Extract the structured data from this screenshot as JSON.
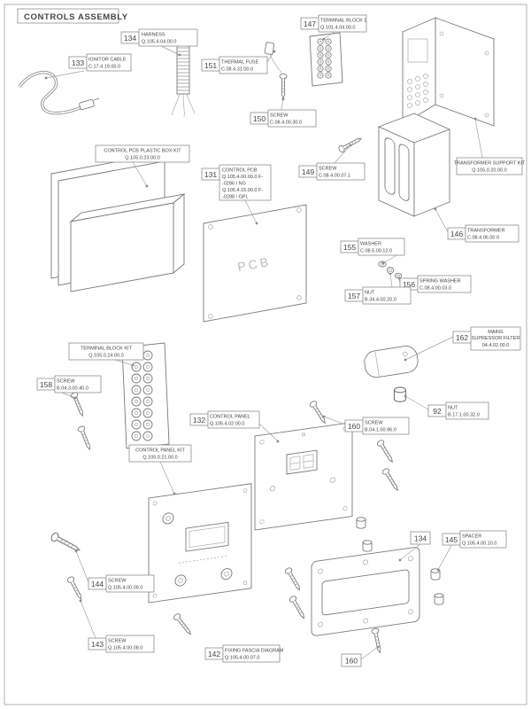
{
  "title": "CONTROLS ASSEMBLY",
  "labels": {
    "pcb": "PCB"
  },
  "callouts": {
    "harness": {
      "num": "134",
      "label": "HARNESS",
      "part": "Q.105.4.04.00.0"
    },
    "terminal_block_1": {
      "num": "147",
      "label": "TERMINAL BLOCK 1",
      "part": "Q.101.4.04.00.0"
    },
    "ignitor_cable": {
      "num": "133",
      "label": "IGNITOR CABLE",
      "part": "C.17.4.19.00.0"
    },
    "thermal_fuse": {
      "num": "151",
      "label": "THERMAL FUSE",
      "part": "C.08.4.31.00.0"
    },
    "screw_150": {
      "num": "150",
      "label": "SCREW",
      "part": "C.08.4.00.30.0"
    },
    "screw_149": {
      "num": "149",
      "label": "SCREW",
      "part": "C.08.4.00.07.1"
    },
    "pcb_box_kit": {
      "label": "CONTROL PCB PLASTIC BOX KIT",
      "part": "Q.105.0.23.00.0"
    },
    "control_pcb": {
      "num": "131",
      "label": "CONTROL PCB",
      "alt1": "Q.105.4.00.00.0 F-",
      "alt2": "-0286 / NG",
      "alt3": "Q.105.4.15.00.0 F-",
      "alt4": "-0288 / GPL"
    },
    "transformer_support_kit": {
      "label": "TRANSFORMER SUPPORT KIT",
      "part": "Q.105.0.20.00.0"
    },
    "transformer": {
      "num": "146",
      "label": "TRANSFORMER",
      "part": "C.08.4.06.00.0"
    },
    "washer": {
      "num": "155",
      "label": "WASHER",
      "part": "C.08.5.00.12.0"
    },
    "spring_washer": {
      "num": "156",
      "label": "SPRING WASHER",
      "part": "C.08.4.00.03.0"
    },
    "nut_157": {
      "num": "157",
      "label": "NUT",
      "part": "B.34.4.00.20.0"
    },
    "mains_filter": {
      "num": "162",
      "label_line1": "MAINS",
      "label_line2": "SUPRESSOR FILTER",
      "part": "04.4.02.00.0"
    },
    "nut_92": {
      "num": "92",
      "label": "NUT",
      "part": "B.17.1.00.32.0"
    },
    "terminal_block_kit": {
      "label": "TERMINAL BLOCK KIT",
      "part": "Q.105.0.24.00.0"
    },
    "screw_158": {
      "num": "158",
      "label": "SCREW",
      "part": "B.04.3.00.40.0"
    },
    "control_panel": {
      "num": "132",
      "label": "CONTROL PANEL",
      "part": "Q.105.4.02.00.0"
    },
    "screw_160": {
      "num": "160",
      "label": "SCREW",
      "part": "B.04.1.00.96.0"
    },
    "control_panel_kit": {
      "label": "CONTROL PANEL KIT",
      "part": "Q.105.0.21.00.0"
    },
    "screw_144": {
      "num": "144",
      "label": "SCREW",
      "part": "Q.105.4.00.09.0"
    },
    "screw_143": {
      "num": "143",
      "label": "SCREW",
      "part": "Q.105.4.00.08.0"
    },
    "fixing_fascia": {
      "num": "142",
      "label": "FIXING FASCIA DIAGRAM",
      "part": "Q.105.4.00.07.0"
    },
    "frame": {
      "num": "134"
    },
    "spacer": {
      "num": "145",
      "label": "SPACER",
      "part": "Q.105.4.00.10.0"
    },
    "screw_160_bottom": {
      "num": "160"
    }
  }
}
